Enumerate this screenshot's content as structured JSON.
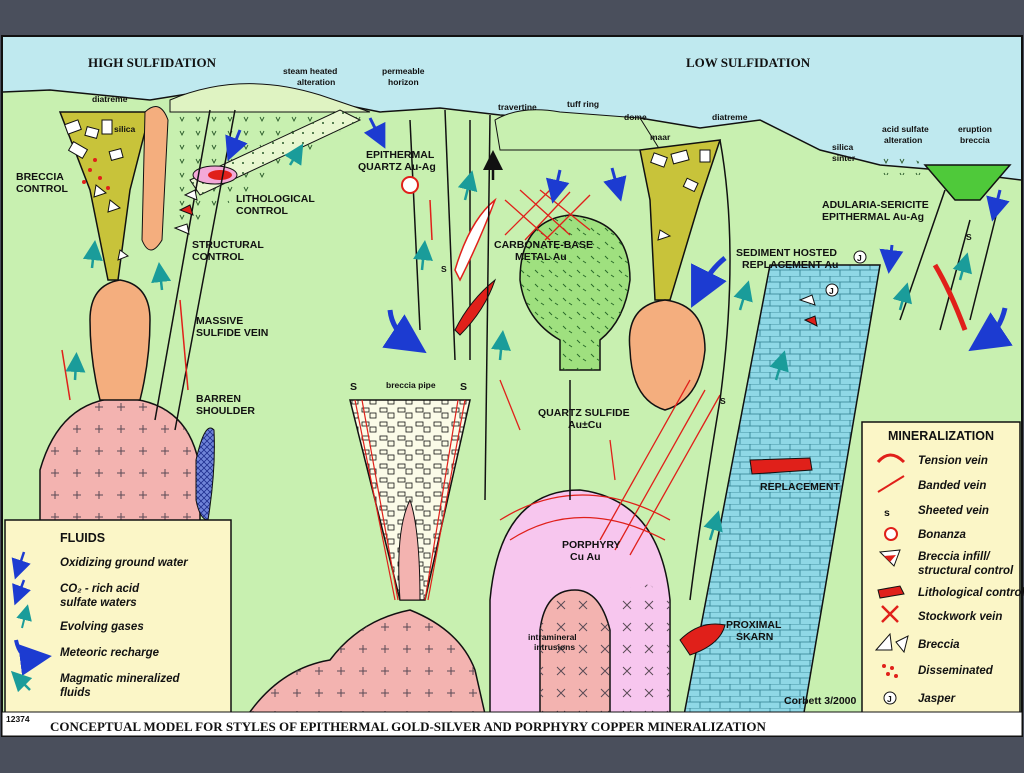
{
  "headings": {
    "high": "HIGH SULFIDATION",
    "low": "LOW SULFIDATION"
  },
  "labels": {
    "diatreme_left": "diatreme",
    "silica": "silica",
    "steam_1": "steam heated",
    "steam_2": "alteration",
    "perm_1": "permeable",
    "perm_2": "horizon",
    "travertine": "travertine",
    "tuff_ring": "tuff ring",
    "dome": "dome",
    "maar": "maar",
    "diatreme_right": "diatreme",
    "silica_sinter_1": "silica",
    "silica_sinter_2": "sinter",
    "acid_sulfate_1": "acid sulfate",
    "acid_sulfate_2": "alteration",
    "eruption_1": "eruption",
    "eruption_2": "breccia",
    "breccia_control_1": "BRECCIA",
    "breccia_control_2": "CONTROL",
    "litho_1": "LITHOLOGICAL",
    "litho_2": "CONTROL",
    "epi_qtz_1": "EPITHERMAL",
    "epi_qtz_2": "QUARTZ Au-Ag",
    "carbonate_1": "CARBONATE-BASE",
    "carbonate_2": "METAL Au",
    "adularia_1": "ADULARIA-SERICITE",
    "adularia_2": "EPITHERMAL Au-Ag",
    "sediment_1": "SEDIMENT HOSTED",
    "sediment_2": "REPLACEMENT Au",
    "structural_1": "STRUCTURAL",
    "structural_2": "CONTROL",
    "massive_1": "MASSIVE",
    "massive_2": "SULFIDE VEIN",
    "barren_1": "BARREN",
    "barren_2": "SHOULDER",
    "breccia_pipe": "breccia pipe",
    "quartz_sulfide_1": "QUARTZ SULFIDE",
    "quartz_sulfide_2": "Au±Cu",
    "replacement": "REPLACEMENT",
    "porphyry_1": "PORPHYRY",
    "porphyry_2": "Cu Au",
    "intramineral_1": "intramineral",
    "intramineral_2": "intrusions",
    "proximal_1": "PROXIMAL",
    "proximal_2": "SKARN",
    "s_mark": "S",
    "credit": "Corbett 3/2000",
    "figure_number": "12374"
  },
  "fluids_legend": {
    "title": "FLUIDS",
    "items": [
      {
        "icon": "blue-arrow-icon",
        "label": "Oxidizing ground water"
      },
      {
        "icon": "dark-blue-arrow-icon",
        "label": "CO₂ - rich acid"
      },
      {
        "icon": "",
        "label": "sulfate waters"
      },
      {
        "icon": "cyan-arrow-icon",
        "label": "Evolving gases"
      },
      {
        "icon": "curved-arrow-icon",
        "label": "Meteoric recharge"
      },
      {
        "icon": "teal-arrow-icon",
        "label": "Magmatic mineralized"
      },
      {
        "icon": "",
        "label": "fluids"
      }
    ]
  },
  "mineralization_legend": {
    "title": "MINERALIZATION",
    "items": [
      {
        "icon": "tension-vein-icon",
        "label": "Tension vein"
      },
      {
        "icon": "banded-vein-icon",
        "label": "Banded vein"
      },
      {
        "icon": "sheeted-vein-icon",
        "label": "Sheeted vein"
      },
      {
        "icon": "bonanza-icon",
        "label": "Bonanza"
      },
      {
        "icon": "breccia-infill-icon",
        "label": "Breccia infill/"
      },
      {
        "icon": "",
        "label": "structural control"
      },
      {
        "icon": "lithological-control-icon",
        "label": "Lithological control"
      },
      {
        "icon": "stockwork-vein-icon",
        "label": "Stockwork vein"
      },
      {
        "icon": "breccia-icon",
        "label": "Breccia"
      },
      {
        "icon": "disseminated-icon",
        "label": "Disseminated"
      },
      {
        "icon": "jasper-icon",
        "label": "Jasper"
      }
    ]
  },
  "footer": "CONCEPTUAL MODEL FOR STYLES OF EPITHERMAL GOLD-SILVER AND PORPHYRY COPPER MINERALIZATION",
  "colors": {
    "background": "#4a4f5c",
    "sky": "#bfe9ef",
    "rock": "#c8f0b0",
    "intrusion_pink": "#f3b3b0",
    "orange_stock": "#f4ae7e",
    "olive_breccia": "#c8c33a",
    "limestone": "#8fd8e6",
    "carbonate_green": "#9fe07f",
    "porphyry_pink": "#f7c6ee",
    "vein_red": "#e0201a",
    "arrow_blue": "#1c3bd1",
    "arrow_teal": "#1a9c9a",
    "legend_bg": "#fbf6c7"
  }
}
